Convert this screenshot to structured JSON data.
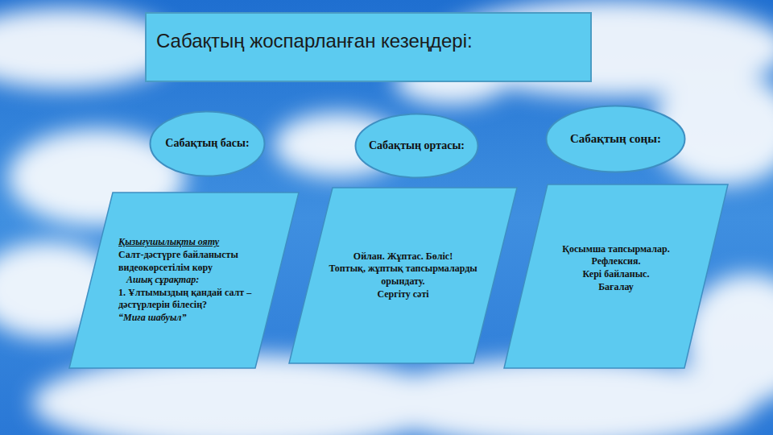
{
  "diagram": {
    "title": "Сабақтың жоспарланған кезеңдері:",
    "nodes": [
      {
        "text": [
          "Сабақтың басы:"
        ]
      },
      {
        "text": [
          "Сабақтың ортасы:"
        ]
      },
      {
        "text": [
          "Сабақтың соңы:"
        ]
      },
      {
        "text": [
          "Қызығушылықты ояту",
          "Салт-дәстүрге байланысты видеокөрсетілім көру",
          "Ашық сұрақтар:",
          "1. Ұлтымыздың қандай салт –дәстүрлерін білесің?",
          "“Миға шабуыл”"
        ]
      },
      {
        "text": [
          "Ойлан. Жұптас. Бөліс!",
          "Топтық, жұптық тапсырмаларды орындату.",
          "Сергіту сәті"
        ]
      },
      {
        "text": [
          "Қосымша тапсырмалар.",
          "Рефлексия.",
          "Кері байланыс.",
          "Бағалау"
        ]
      }
    ]
  }
}
